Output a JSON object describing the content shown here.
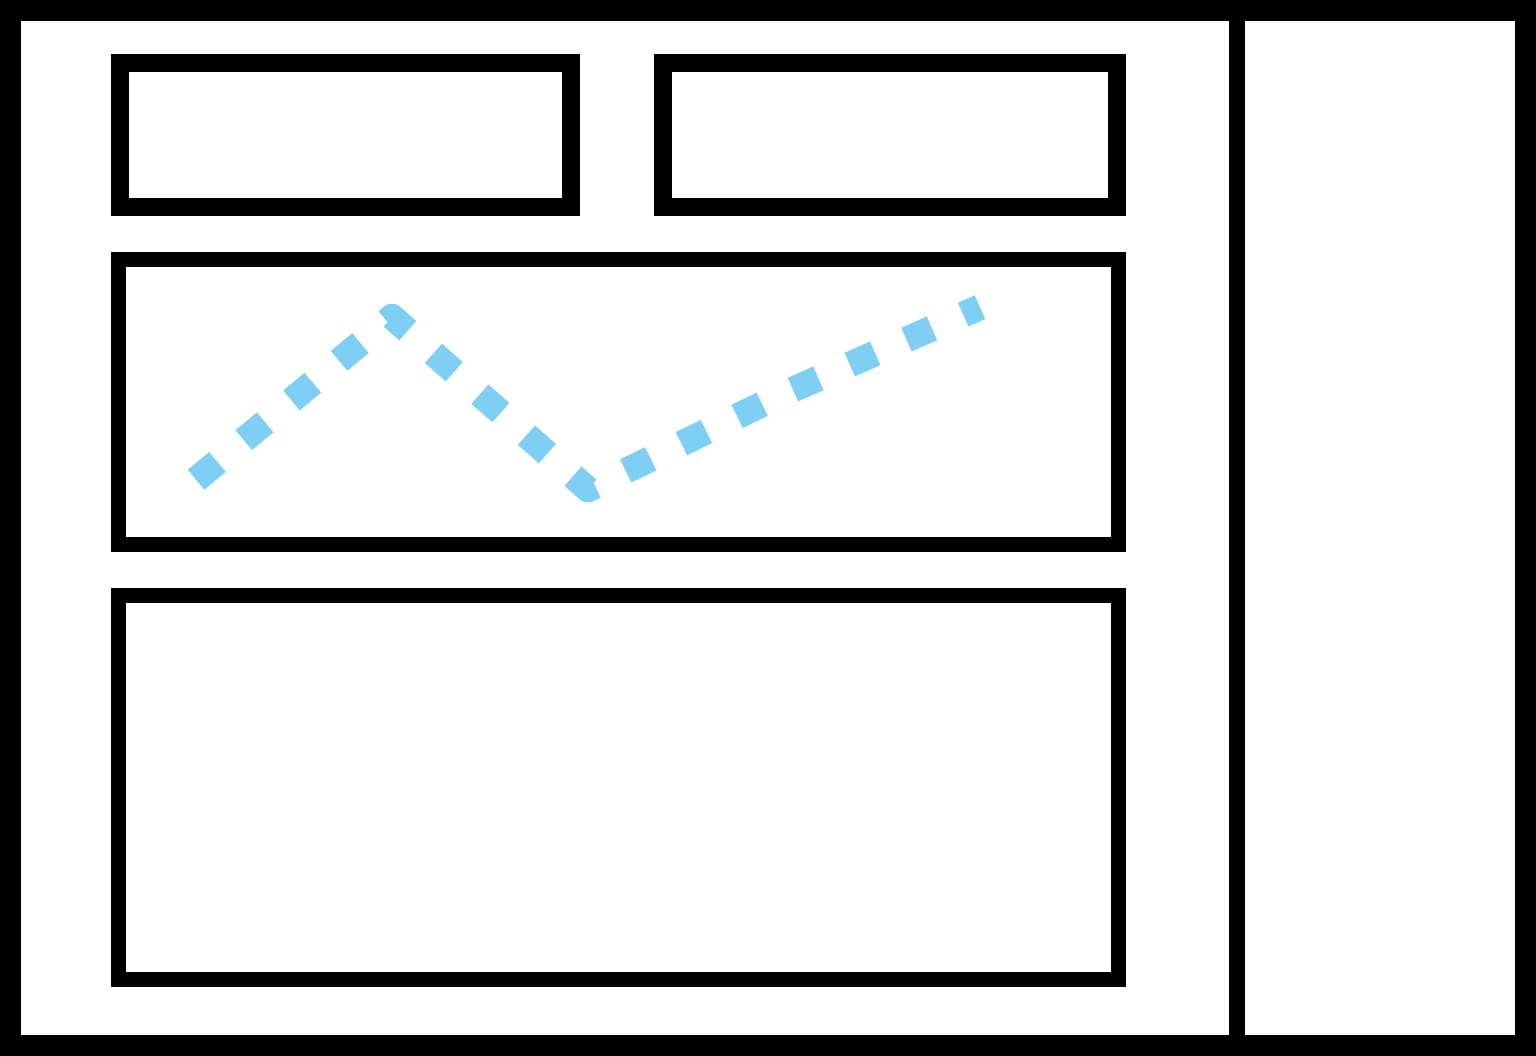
{
  "colors": {
    "frame": "#000000",
    "surface": "#ffffff",
    "line": "#7fcff5"
  },
  "chart_data": {
    "type": "line",
    "title": "",
    "xlabel": "",
    "ylabel": "",
    "x": [
      0,
      1,
      2,
      3,
      4
    ],
    "values": [
      0.1,
      0.95,
      0.05,
      0.55,
      1.0
    ],
    "ylim": [
      0,
      1.1
    ],
    "line_style": "dashed",
    "grid": false,
    "legend": "none"
  }
}
